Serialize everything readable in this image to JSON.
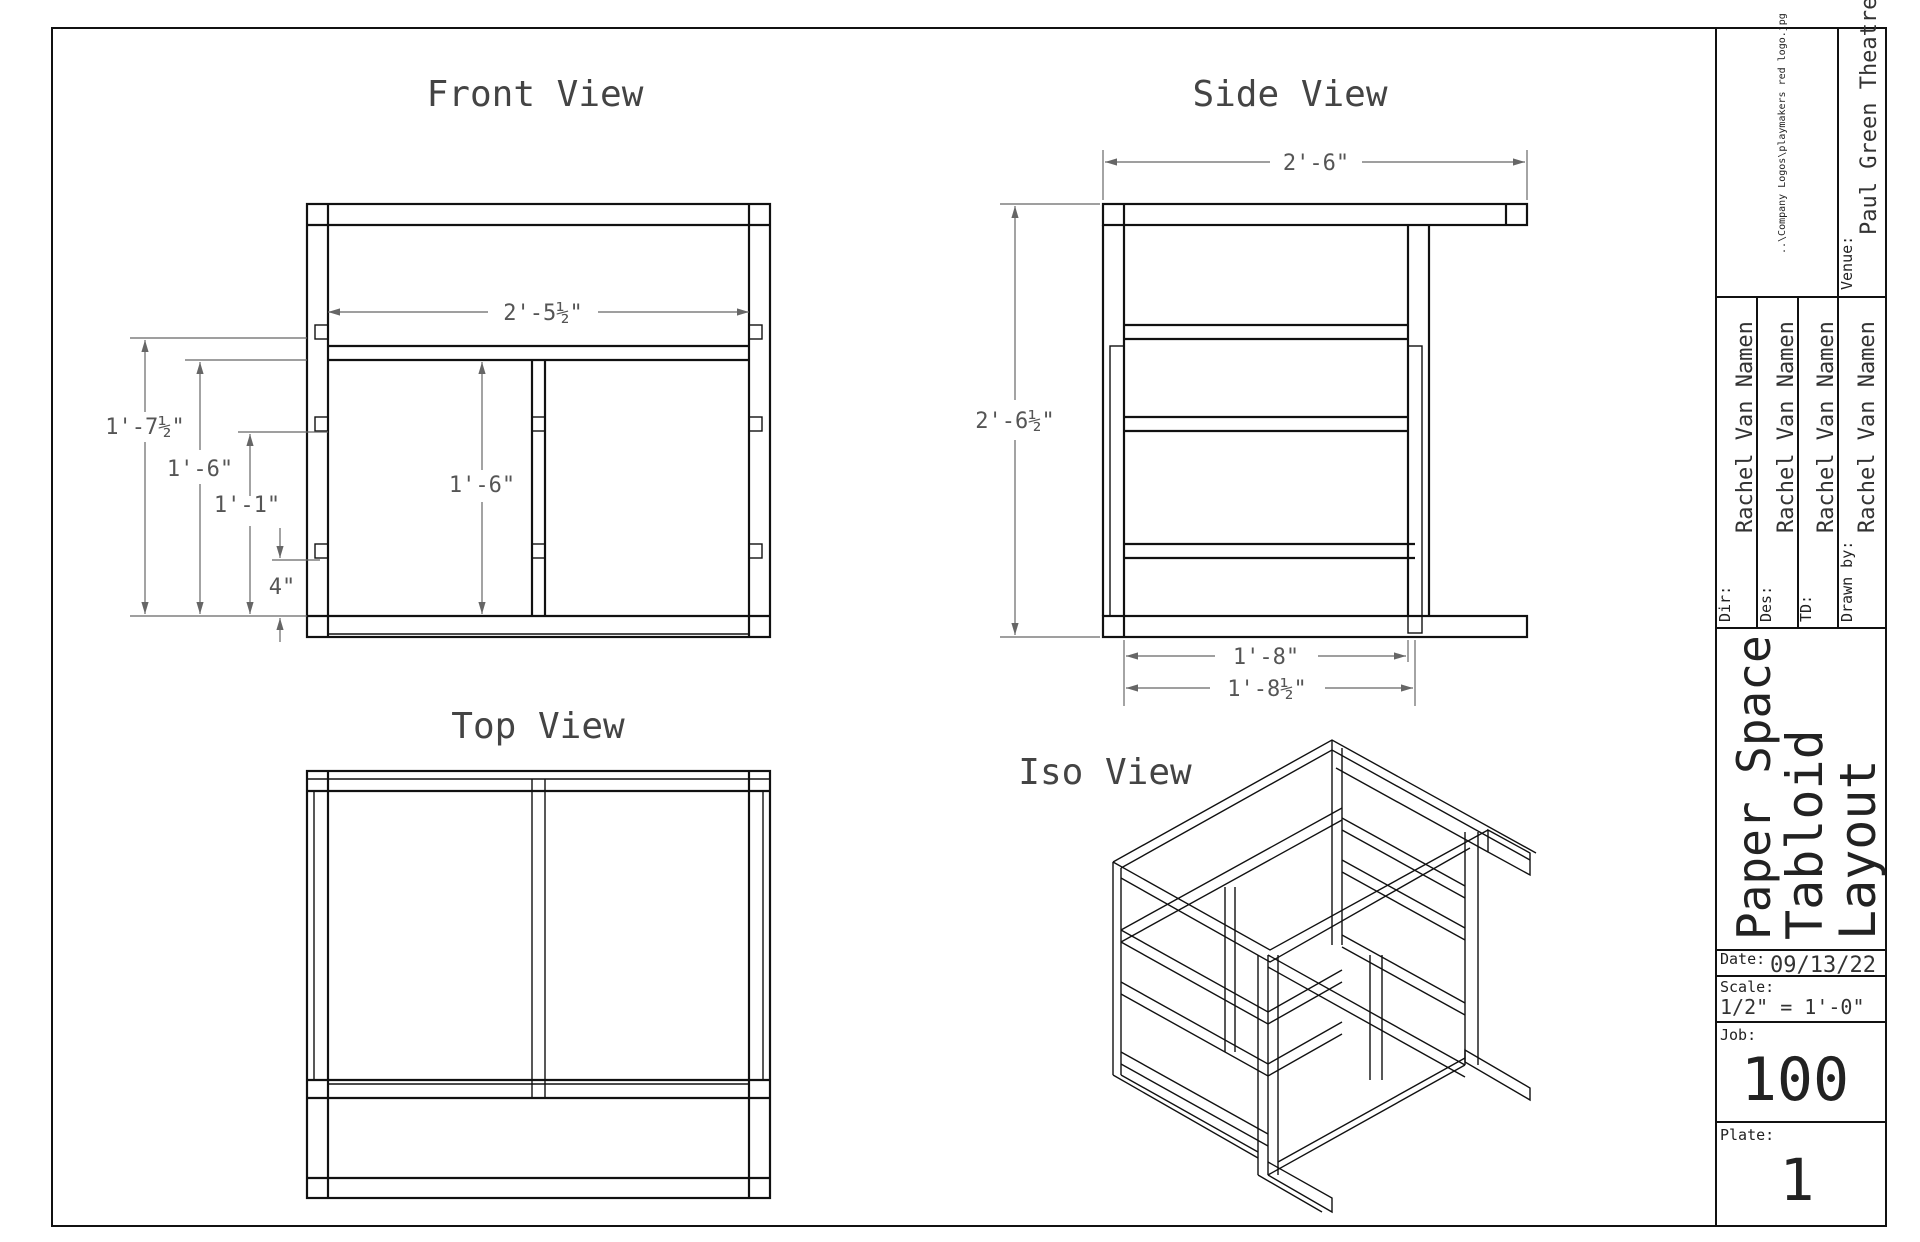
{
  "views": {
    "front": "Front View",
    "side": "Side View",
    "top": "Top View",
    "iso": "Iso View"
  },
  "dimensions": {
    "front_width": "2'-5½\"",
    "front_h1": "1'-7½\"",
    "front_h2": "1'-6\"",
    "front_h3": "1'-1\"",
    "front_h4": "4\"",
    "front_inner": "1'-6\"",
    "side_top": "2'-6\"",
    "side_height": "2'-6½\"",
    "side_b1": "1'-8\"",
    "side_b2": "1'-8½\""
  },
  "title_block": {
    "logo_path": "..\\Company Logos\\playmakers red logo.jpg",
    "venue_label": "Venue:",
    "venue": "Paul Green Theatre",
    "dir_label": "Dir:",
    "dir": "Rachel Van Namen",
    "des_label": "Des:",
    "des": "Rachel Van Namen",
    "td_label": "TD:",
    "td": "Rachel Van Namen",
    "drawn_label": "Drawn by:",
    "drawn": "Rachel Van Namen",
    "name1": "Paper Space",
    "name2": "Tabloid",
    "name3": "Layout",
    "date_label": "Date:",
    "date": "09/13/22",
    "scale_label": "Scale:",
    "scale": "1/2\" = 1'-0\"",
    "job_label": "Job:",
    "job": "100",
    "plate_label": "Plate:",
    "plate": "1"
  }
}
